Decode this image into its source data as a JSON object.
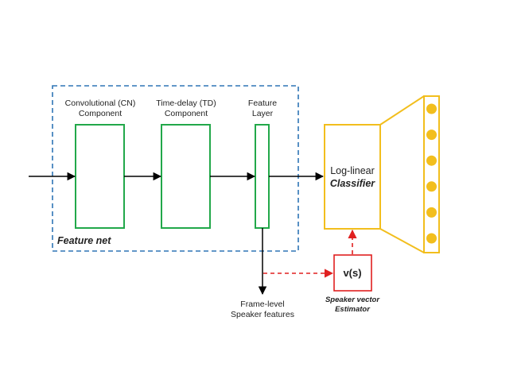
{
  "feature_net": {
    "label": "Feature net",
    "cn_component": {
      "line1": "Convolutional (CN)",
      "line2": "Component"
    },
    "td_component": {
      "line1": "Time-delay (TD)",
      "line2": "Component"
    },
    "feature_layer": {
      "line1": "Feature",
      "line2": "Layer"
    }
  },
  "classifier": {
    "line1": "Log-linear",
    "line2": "Classifier"
  },
  "speaker_vector": {
    "symbol": "v(s)",
    "line1": "Speaker vector",
    "line2": "Estimator"
  },
  "output": {
    "line1": "Frame-level",
    "line2": "Speaker features"
  },
  "colors": {
    "feature_net_border": "#2E75B6",
    "components": "#22A84A",
    "classifier": "#F2BE1D",
    "output_nodes": "#F2BE1D",
    "speaker_vector": "#E02020",
    "arrows": "#000000"
  },
  "output_node_count": 6
}
